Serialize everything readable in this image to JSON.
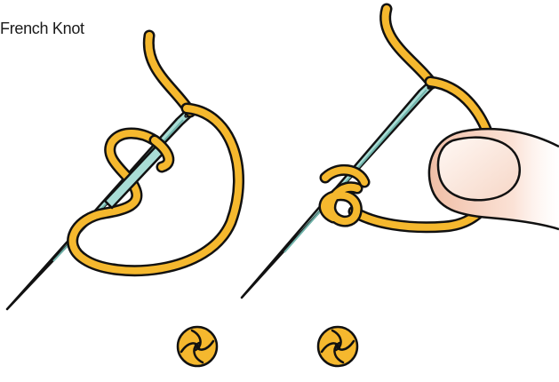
{
  "title": "French Knot",
  "colors": {
    "background": "#ffffff",
    "thread": "#f5b82e",
    "outline": "#111111",
    "needle": "#a9ddd6",
    "needle_dark": "#6fb3aa",
    "finger_light": "#fbe4d8",
    "finger_mid": "#f2c2ab",
    "fingernail": "#fdf1ea"
  },
  "steps": [
    {
      "name": "wrap-thread-around-needle"
    },
    {
      "name": "hold-wraps-and-pull-needle"
    }
  ],
  "results": [
    {
      "name": "finished-knot"
    },
    {
      "name": "finished-knot"
    }
  ]
}
